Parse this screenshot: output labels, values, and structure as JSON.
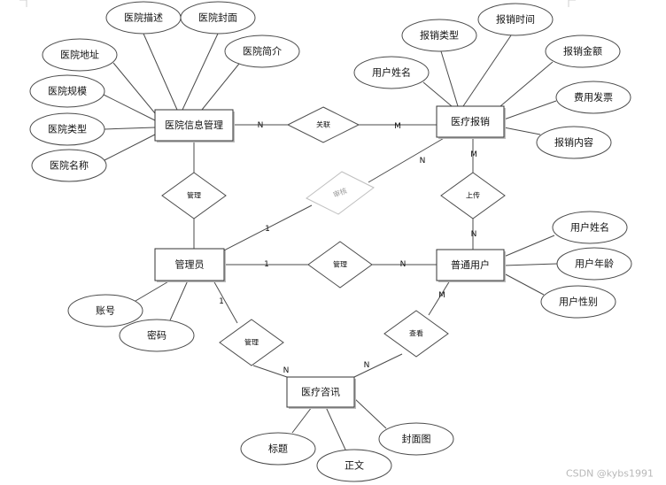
{
  "entities": {
    "hospital_info_mgmt": "医院信息管理",
    "medical_reimbursement": "医疗报销",
    "administrator": "管理员",
    "regular_user": "普通用户",
    "medical_consultation": "医疗咨讯"
  },
  "attributes": {
    "hospital_description": "医院描述",
    "hospital_cover": "医院封面",
    "hospital_intro": "医院简介",
    "hospital_address": "医院地址",
    "hospital_scale": "医院规模",
    "hospital_type": "医院类型",
    "hospital_name": "医院名称",
    "reimb_type": "报销类型",
    "reimb_time": "报销时间",
    "reimb_user_name": "用户姓名",
    "reimb_amount": "报销金额",
    "expense_invoice": "费用发票",
    "reimb_content": "报销内容",
    "user_name": "用户姓名",
    "user_age": "用户年龄",
    "user_gender": "用户性别",
    "account": "账号",
    "password": "密码",
    "consult_title": "标题",
    "consult_body": "正文",
    "consult_cover": "封面图"
  },
  "relationships": {
    "associate": "关联",
    "manage_hospital": "管理",
    "review": "审核",
    "upload": "上传",
    "manage_user": "管理",
    "manage_consult": "管理",
    "view": "查看"
  },
  "cardinalities": {
    "assoc_hospital_side": "N",
    "assoc_reimb_side": "M",
    "review_admin_side": "1",
    "review_reimb_side": "N",
    "upload_reimb_side": "M",
    "upload_user_side": "N",
    "manage_user_admin_side": "1",
    "manage_user_user_side": "N",
    "manage_consult_admin_side": "1",
    "manage_consult_consult_side": "N",
    "view_user_side": "M",
    "view_consult_side": "N"
  },
  "watermark": "CSDN @kybs1991"
}
